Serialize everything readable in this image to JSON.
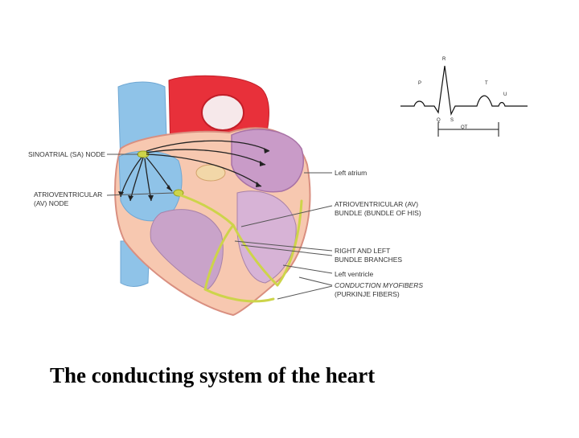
{
  "caption": "The conducting system of the heart",
  "labels": {
    "sa_node": "SINOATRIAL (SA) NODE",
    "av_node_1": "ATRIOVENTRICULAR",
    "av_node_2": "(AV) NODE",
    "left_atrium": "Left atrium",
    "av_bundle_1": "ATRIOVENTRICULAR (AV)",
    "av_bundle_2": "BUNDLE (BUNDLE OF HIS)",
    "branches_1": "RIGHT AND LEFT",
    "branches_2": "BUNDLE BRANCHES",
    "left_ventricle": "Left ventricle",
    "myofibers_1": "CONDUCTION MYOFIBERS",
    "myofibers_2": "(PURKINJE FIBERS)"
  },
  "ecg": {
    "r": "R",
    "p": "P",
    "t": "T",
    "u": "U",
    "q": "Q",
    "s": "S",
    "qt": "QT"
  },
  "colors": {
    "vena_cava": "#8fc3e8",
    "aorta": "#e8303a",
    "myocardium": "#f7c8b0",
    "chamber": "#c9a3c9",
    "conduction": "#cdd44a"
  }
}
